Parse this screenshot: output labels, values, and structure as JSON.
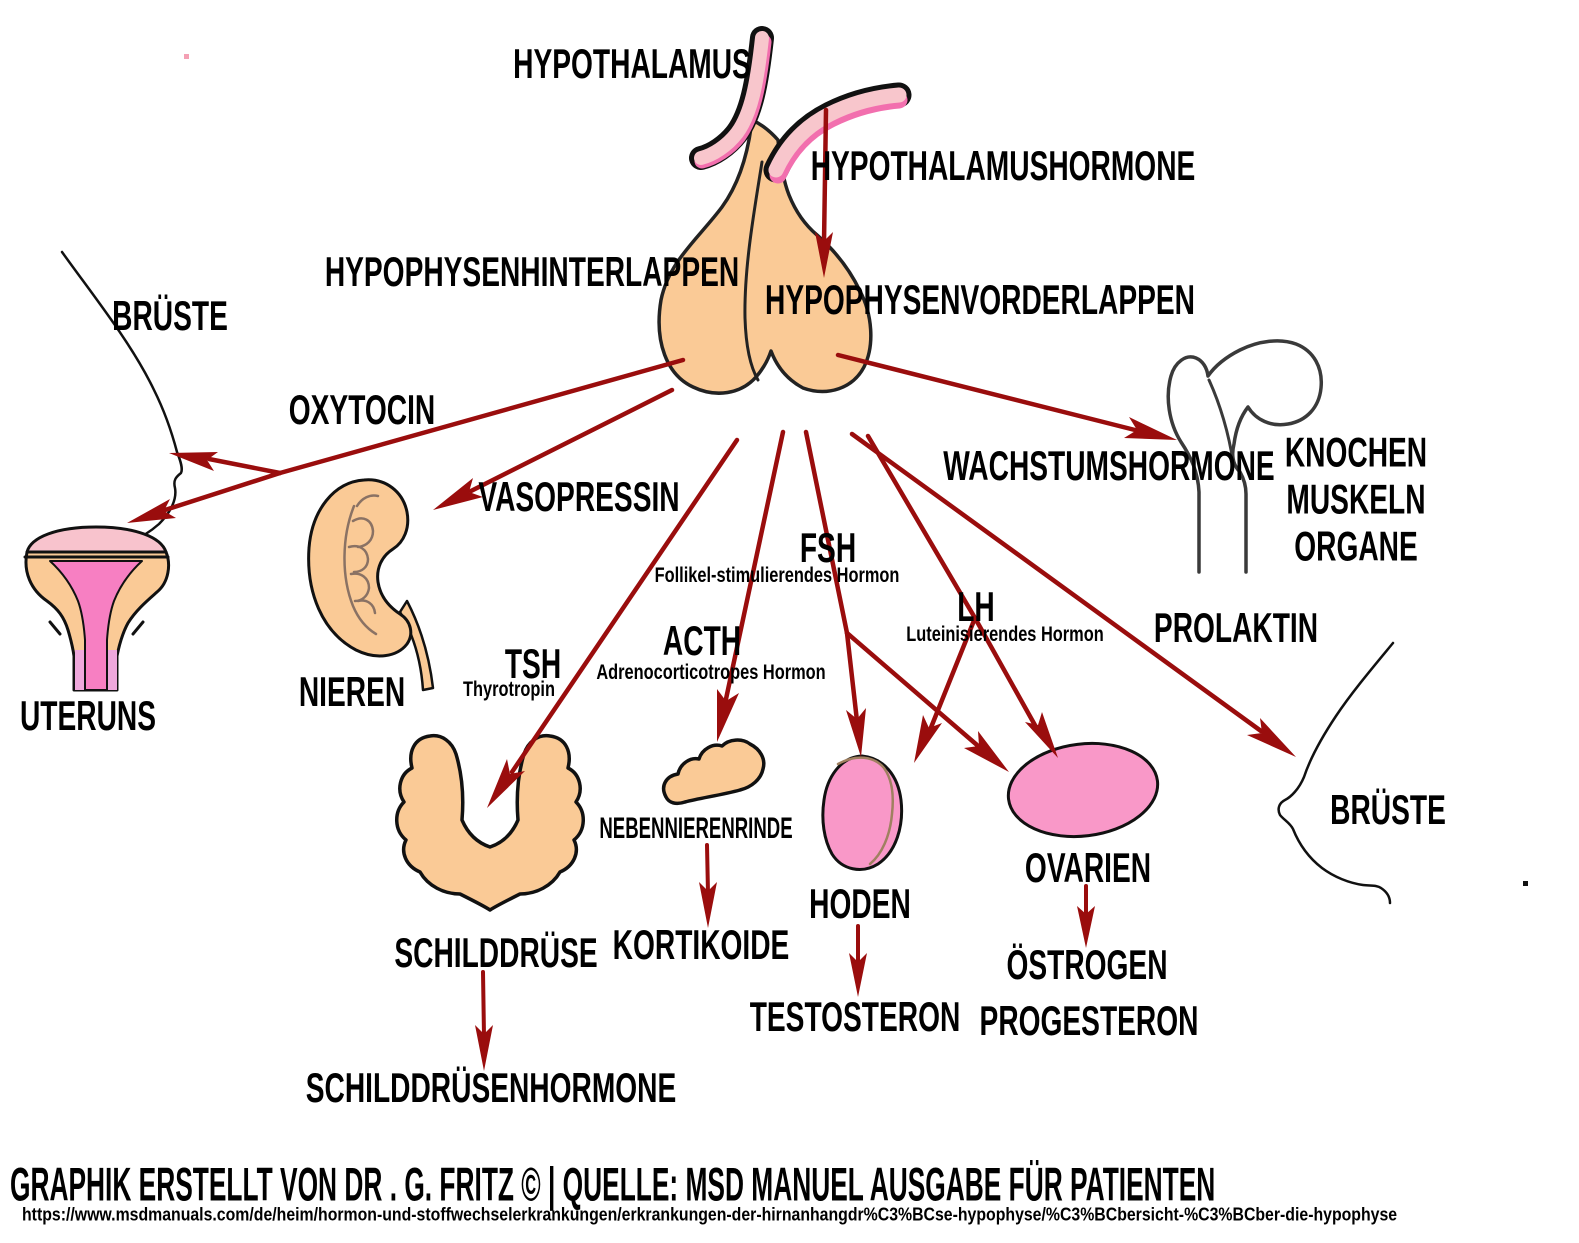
{
  "labels": {
    "hypothalamus": "HYPOTHALAMUS",
    "hypothalamushormone": "HYPOTHALAMUSHORMONE",
    "hypophysenhinterlappen": "HYPOPHYSENHINTERLAPPEN",
    "hypophysenvorderlappen": "HYPOPHYSENVORDERLAPPEN",
    "brueste_left": "BRÜSTE",
    "oxytocin": "OXYTOCIN",
    "vasopressin": "VASOPRESSIN",
    "nieren": "NIEREN",
    "uteruns": "UTERUNS",
    "tsh": "TSH",
    "tsh_sub": "Thyrotropin",
    "acth": "ACTH",
    "acth_sub": "Adrenocorticotropes Hormon",
    "fsh": "FSH",
    "fsh_sub": "Follikel-stimulierendes Hormon",
    "lh": "LH",
    "lh_sub": "Luteinisierendes Hormon",
    "wachstumshormone": "WACHSTUMSHORMONE",
    "knochen": "KNOCHEN",
    "muskeln": "MUSKELN",
    "organe": "ORGANE",
    "prolaktin": "PROLAKTIN",
    "schilddruese": "SCHILDDRÜSE",
    "schilddruesenhormone": "SCHILDDRÜSENHORMONE",
    "nebennierenrinde": "NEBENNIERENRINDE",
    "kortikoide": "KORTIKOIDE",
    "hoden": "HODEN",
    "testosteron": "TESTOSTERON",
    "ovarien": "OVARIEN",
    "oestrogen": "ÖSTROGEN",
    "progesteron": "PROGESTERON",
    "brueste_right": "BRÜSTE"
  },
  "footer": {
    "credits": "GRAPHIK ERSTELLT VON DR . G. FRITZ © | QUELLE: MSD MANUEL AUSGABE FÜR PATIENTEN",
    "source_url": "https://www.msdmanuals.com/de/heim/hormon-und-stoffwechselerkrankungen/erkrankungen-der-hirnanhangdr%C3%BCse-hypophyse/%C3%BCbersicht-%C3%BCber-die-hypophyse"
  },
  "colors": {
    "arrow_red": "#9A0D0D",
    "organ_tan": "#FACA96",
    "gonad_pink": "#F998C8",
    "hypothalamus_light_pink": "#F8C6CC",
    "hypothalamus_dark_pink": "#F26FAE",
    "uterus_cavity_pink": "#F77FC2",
    "uterus_dome_pink": "#F8C3CD",
    "vagina_pink": "#EFA8DC",
    "outline_black": "#111111",
    "bone_outline_gray": "#3A3A3A"
  },
  "connections": [
    {
      "from": "Hypothalamus",
      "hormone": "Hypothalamushormone",
      "to": "Hypophysenvorderlappen"
    },
    {
      "from": "Hypophysenhinterlappen",
      "hormone": "Oxytocin",
      "to": "Brüste"
    },
    {
      "from": "Hypophysenhinterlappen",
      "hormone": "Oxytocin",
      "to": "Uteruns"
    },
    {
      "from": "Hypophysenhinterlappen",
      "hormone": "Vasopressin",
      "to": "Nieren"
    },
    {
      "from": "Hypophysenvorderlappen",
      "hormone": "TSH (Thyrotropin)",
      "to": "Schilddrüse"
    },
    {
      "from": "Hypophysenvorderlappen",
      "hormone": "ACTH (Adrenocorticotropes Hormon)",
      "to": "Nebennierenrinde"
    },
    {
      "from": "Hypophysenvorderlappen",
      "hormone": "FSH (Follikel-stimulierendes Hormon)",
      "to": "Hoden"
    },
    {
      "from": "Hypophysenvorderlappen",
      "hormone": "FSH (Follikel-stimulierendes Hormon)",
      "to": "Ovarien"
    },
    {
      "from": "Hypophysenvorderlappen",
      "hormone": "LH (Luteinisierendes Hormon)",
      "to": "Hoden"
    },
    {
      "from": "Hypophysenvorderlappen",
      "hormone": "LH (Luteinisierendes Hormon)",
      "to": "Ovarien"
    },
    {
      "from": "Hypophysenvorderlappen",
      "hormone": "Wachstumshormone",
      "to": "Knochen Muskeln Organe"
    },
    {
      "from": "Hypophysenvorderlappen",
      "hormone": "Prolaktin",
      "to": "Brüste"
    },
    {
      "from": "Schilddrüse",
      "produces": "Schilddrüsenhormone"
    },
    {
      "from": "Nebennierenrinde",
      "produces": "Kortikoide"
    },
    {
      "from": "Hoden",
      "produces": "Testosteron"
    },
    {
      "from": "Ovarien",
      "produces": "Östrogen Progesteron"
    }
  ]
}
